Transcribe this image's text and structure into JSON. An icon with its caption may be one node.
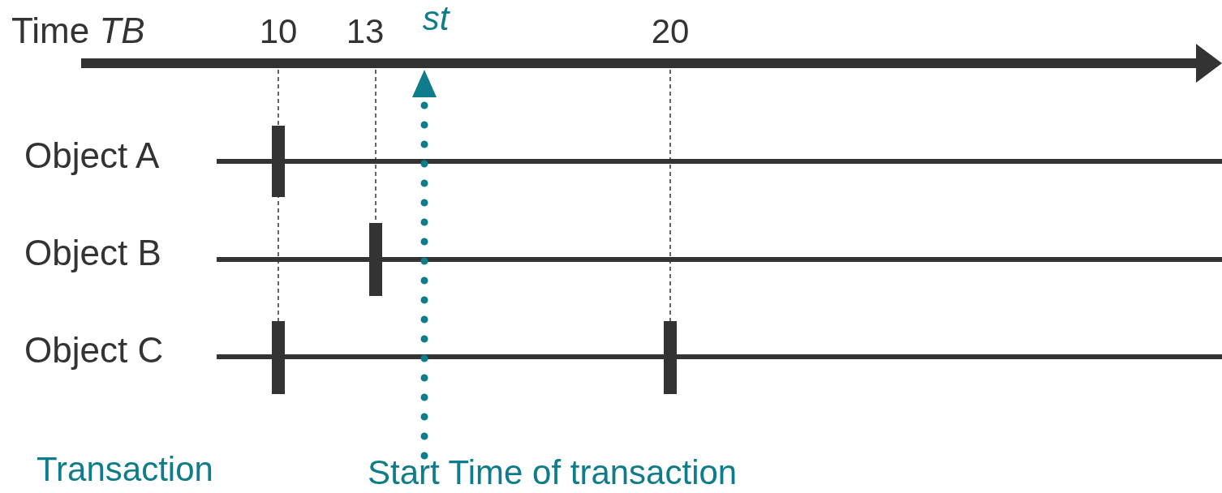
{
  "diagram": {
    "nodes": [
      {
        "text": [
          "Start Time of transaction"
        ]
      },
      {
        "text": [],
        "shape": "arrow"
      }
    ],
    "edges": [
      {
        "from": 0,
        "to": 1,
        "arrow": "to",
        "style": "dashed",
        "color": "#0e7c8a"
      }
    ],
    "labels": [
      "Time *TB*",
      "10",
      "13",
      "st",
      "20",
      "Object A",
      "Object B",
      "Object C",
      "Transaction"
    ]
  }
}
